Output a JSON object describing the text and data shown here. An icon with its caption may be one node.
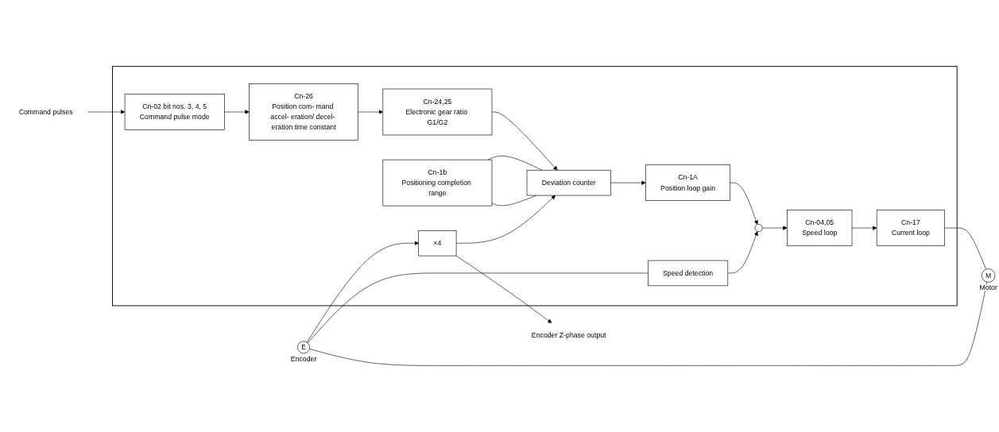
{
  "diagram": {
    "nodes": [
      {
        "text": [],
        "shape": "box"
      },
      {
        "text": [
          "Command pulses"
        ]
      },
      {
        "text": [
          "Cn-02 bit nos. 3, 4, 5",
          "Command pulse mode"
        ],
        "in": 0
      },
      {
        "text": [
          "Cn-26",
          "Position com- mand accel- eration/ decel- eration time constant"
        ],
        "in": 0
      },
      {
        "text": [
          "Cn-24,25",
          "Electronic gear ratio G1/G2"
        ],
        "in": 0
      },
      {
        "text": [
          "Cn-1b",
          "Positioning completion range"
        ],
        "in": 0
      },
      {
        "text": [
          "Deviation counter"
        ],
        "in": 0
      },
      {
        "text": [
          "Cn-1A",
          "Position loop gain"
        ],
        "in": 0
      },
      {
        "text": [],
        "shape": "circle",
        "in": 0
      },
      {
        "text": [
          "Cn-04,05",
          "Speed loop"
        ],
        "in": 0
      },
      {
        "text": [
          "Cn-17",
          "Current loop"
        ],
        "in": 0
      },
      {
        "text": [
          "Speed detection"
        ],
        "in": 0
      },
      {
        "text": [
          "×4"
        ],
        "in": 0
      },
      {
        "text": [
          "Encoder Z-phase output"
        ]
      },
      {
        "text": [
          "E"
        ],
        "beside": [
          "Encoder"
        ]
      },
      {
        "text": [
          "M"
        ],
        "beside": [
          "Motor"
        ]
      }
    ],
    "edges": [
      {
        "from": 1,
        "to": 2,
        "arrow": "to"
      },
      {
        "from": 2,
        "to": 3,
        "arrow": "to"
      },
      {
        "from": 3,
        "to": 4,
        "arrow": "to"
      },
      {
        "from": 4,
        "to": 6,
        "arrow": "to"
      },
      {
        "from": 5,
        "to": 6,
        "arrow": "none"
      },
      {
        "from": 5,
        "to": 6,
        "arrow": "none"
      },
      {
        "from": 6,
        "to": 7,
        "arrow": "to"
      },
      {
        "from": 7,
        "to": 8,
        "arrow": "to"
      },
      {
        "from": 8,
        "to": 9,
        "arrow": "to"
      },
      {
        "from": 9,
        "to": 10,
        "arrow": "to"
      },
      {
        "from": 11,
        "to": 8,
        "arrow": "to"
      },
      {
        "from": 14,
        "to": 11,
        "arrow": "none"
      },
      {
        "from": 14,
        "to": 12,
        "arrow": "to"
      },
      {
        "from": 12,
        "to": 13,
        "arrow": "to"
      },
      {
        "from": 12,
        "to": 6,
        "arrow": "to"
      },
      {
        "from": 10,
        "to": 15,
        "arrow": "none"
      },
      {
        "from": 14,
        "to": 15,
        "arrow": "none"
      }
    ]
  }
}
